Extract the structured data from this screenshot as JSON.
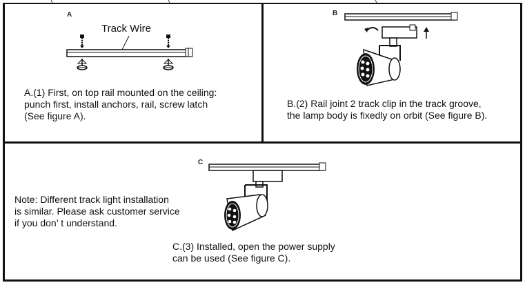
{
  "figures": {
    "a": {
      "label": "A",
      "callout": "Track Wire",
      "caption": "A.(1) First, on top rail mounted on the ceiling:\npunch first, install anchors, rail, screw latch\n(See figure A)."
    },
    "b": {
      "label": "B",
      "caption": "B.(2) Rail joint 2 track clip in the track groove,\nthe lamp body is fixedly on orbit (See figure B)."
    },
    "c": {
      "label": "C",
      "caption": "C.(3) Installed, open the power supply\ncan be used (See figure C).",
      "note": "Note: Different track light installation\nis similar. Please ask customer service\n if you don’  t understand."
    }
  },
  "colors": {
    "line": "#111111",
    "fill": "#ffffff"
  }
}
